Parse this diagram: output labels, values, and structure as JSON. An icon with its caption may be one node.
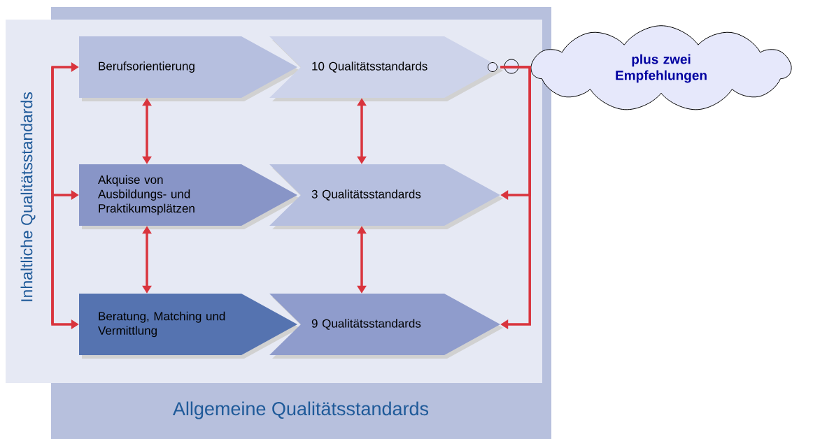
{
  "diagram": {
    "nodes": [
      {
        "text": [
          "Allgemeine Qualitätsstandards"
        ]
      },
      {
        "text": [
          "Inhaltliche Qualitätsstandards"
        ]
      },
      {
        "text": [
          "Berufsorientierung"
        ],
        "in": 1
      },
      {
        "text": [
          "10 Qualitätsstandards"
        ],
        "in": 1
      },
      {
        "text": [
          "Akquise von Ausbildungs- und Praktikumsplätzen"
        ],
        "in": 1
      },
      {
        "text": [
          "3 Qualitätsstandards"
        ],
        "in": 1
      },
      {
        "text": [
          "Beratung, Matching und Vermittlung"
        ],
        "in": 1
      },
      {
        "text": [
          "9 Qualitätsstandards"
        ],
        "in": 1
      },
      {
        "text": [
          "plus zwei Empfehlungen"
        ]
      }
    ],
    "edges": [
      {
        "from": null,
        "to": 2,
        "arrow": "to"
      },
      {
        "from": null,
        "to": 4,
        "arrow": "to"
      },
      {
        "from": null,
        "to": 6,
        "arrow": "to"
      },
      {
        "from": 2,
        "to": 4,
        "arrow": "both"
      },
      {
        "from": 4,
        "to": 6,
        "arrow": "both"
      },
      {
        "from": 3,
        "to": 5,
        "arrow": "both"
      },
      {
        "from": 5,
        "to": 7,
        "arrow": "both"
      },
      {
        "from": 3,
        "to": 5,
        "arrow": "to"
      },
      {
        "from": 3,
        "to": 7,
        "arrow": "to"
      }
    ]
  }
}
